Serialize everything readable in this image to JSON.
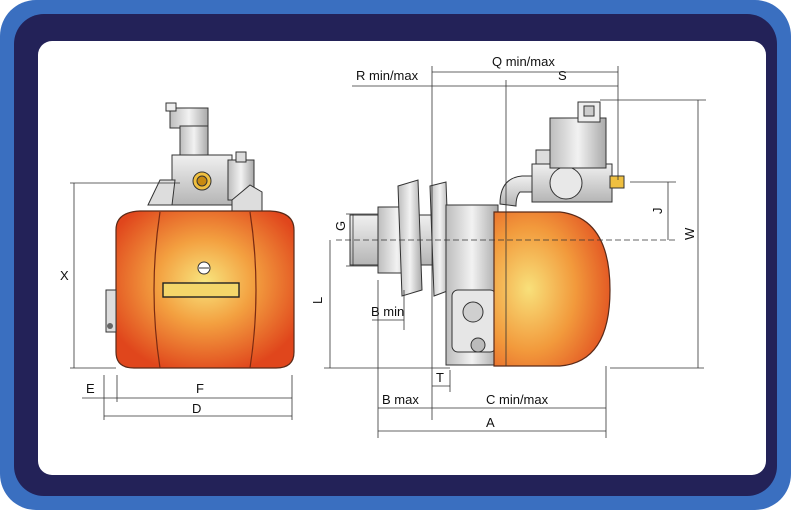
{
  "labels": {
    "X": "X",
    "E": "E",
    "F": "F",
    "D": "D",
    "Q": "Q min/max",
    "R": "R min/max",
    "S": "S",
    "G": "G",
    "J": "J",
    "W": "W",
    "L": "L",
    "Bmin": "B min",
    "T": "T",
    "Bmax": "B max",
    "C": "C min/max",
    "A": "A"
  },
  "colors": {
    "frame_outer": "#3a6fc0",
    "frame_inner": "#232258",
    "body_orange": "#e85a20",
    "body_highlight": "#f7e27a",
    "metal": "#d9d9d9"
  }
}
